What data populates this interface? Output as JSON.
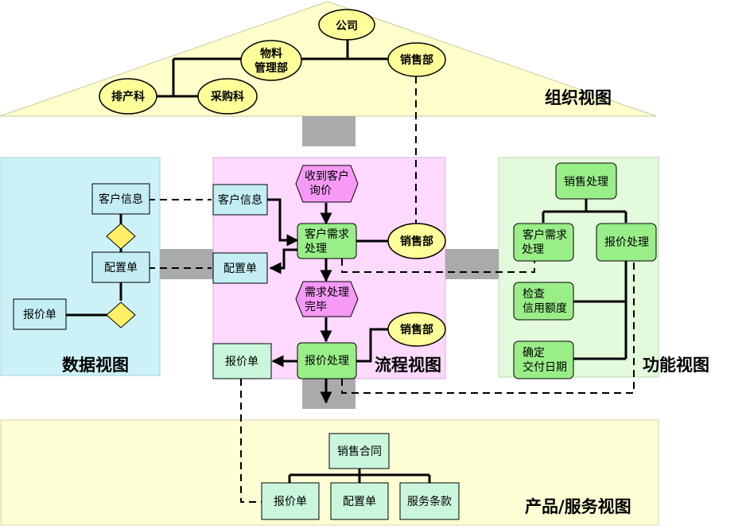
{
  "views": {
    "organization": "组织视图",
    "data": "数据视图",
    "process": "流程视图",
    "function": "功能视图",
    "product": "产品/服务视图"
  },
  "organization": {
    "company": "公司",
    "materials_line1": "物料",
    "materials_line2": "管理部",
    "sales": "销售部",
    "scheduling": "排产科",
    "purchasing": "采购科"
  },
  "data_view": {
    "customer_info": "客户信息",
    "config_sheet": "配置单",
    "quote_sheet": "报价单"
  },
  "process_view": {
    "customer_info": "客户信息",
    "config_sheet": "配置单",
    "quote_sheet": "报价单",
    "event_receive_line1": "收到客户",
    "event_receive_line2": "询价",
    "func_demand_line1": "客户需求",
    "func_demand_line2": "处理",
    "event_done_line1": "需求处理",
    "event_done_line2": "完毕",
    "func_quote": "报价处理",
    "sales_dept_1": "销售部",
    "sales_dept_2": "销售部"
  },
  "function_view": {
    "root": "销售处理",
    "demand_line1": "客户需求",
    "demand_line2": "处理",
    "quote": "报价处理",
    "credit_line1": "检查",
    "credit_line2": "信用额度",
    "delivery_line1": "确定",
    "delivery_line2": "交付日期"
  },
  "product_view": {
    "contract": "销售合同",
    "quote_sheet": "报价单",
    "config_sheet": "配置单",
    "service_terms": "服务条款"
  },
  "colors": {
    "org_roof": "#ffffcc",
    "data_panel": "#ccf2f7",
    "process_panel": "#ffd9ff",
    "function_panel": "#e3fadc",
    "product_panel": "#ffffd5",
    "ellipse": "#ffff99",
    "data_object": "#c4eef4",
    "function_box": "#99ee88",
    "product_box": "#c9f6dc",
    "event": "#f799f7",
    "connector": "#aaaaaa",
    "rule": "#ffef66"
  }
}
